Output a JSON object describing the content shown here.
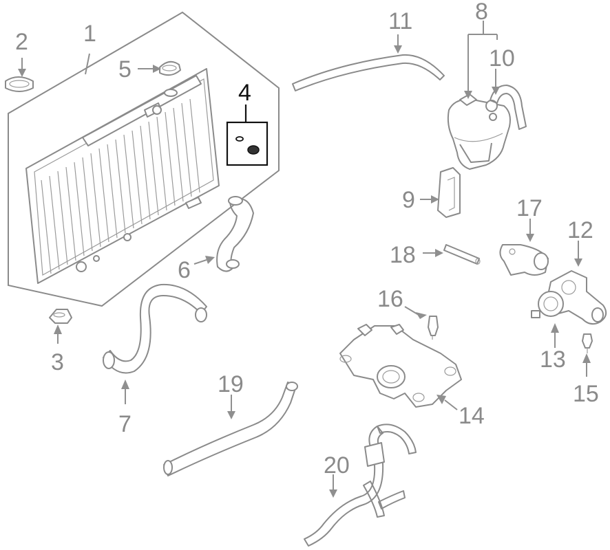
{
  "callouts": {
    "c1": "1",
    "c2": "2",
    "c3": "3",
    "c4": "4",
    "c5": "5",
    "c6": "6",
    "c7": "7",
    "c8": "8",
    "c9": "9",
    "c10": "10",
    "c11": "11",
    "c12": "12",
    "c13": "13",
    "c14": "14",
    "c15": "15",
    "c16": "16",
    "c17": "17",
    "c18": "18",
    "c19": "19",
    "c20": "20"
  },
  "colors": {
    "line": "#8a8a8a",
    "highlight": "#111111",
    "background": "#ffffff"
  }
}
